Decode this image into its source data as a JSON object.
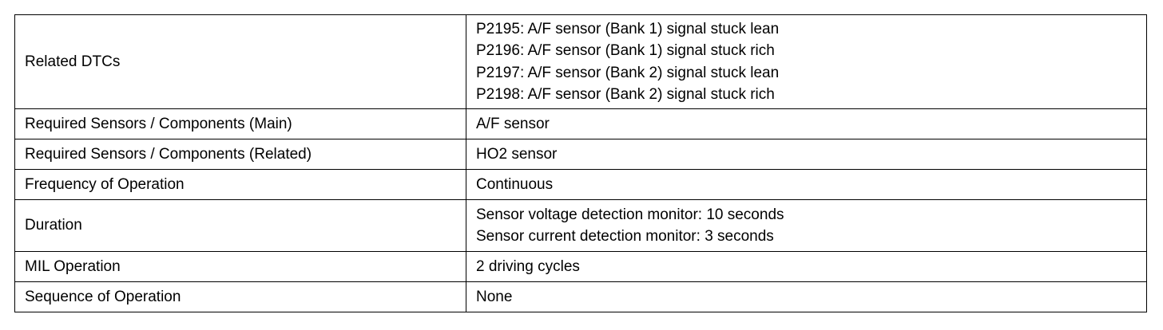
{
  "rows": [
    {
      "label": "Related DTCs",
      "values": [
        "P2195: A/F sensor (Bank 1) signal stuck lean",
        "P2196: A/F sensor (Bank 1) signal stuck rich",
        "P2197: A/F sensor (Bank 2) signal stuck lean",
        "P2198: A/F sensor (Bank 2) signal stuck rich"
      ]
    },
    {
      "label": "Required Sensors / Components (Main)",
      "values": [
        "A/F sensor"
      ]
    },
    {
      "label": "Required Sensors / Components (Related)",
      "values": [
        "HO2 sensor"
      ]
    },
    {
      "label": "Frequency of Operation",
      "values": [
        "Continuous"
      ]
    },
    {
      "label": "Duration",
      "values": [
        "Sensor voltage detection monitor: 10 seconds",
        "Sensor current detection monitor: 3 seconds"
      ]
    },
    {
      "label": "MIL Operation",
      "values": [
        "2 driving cycles"
      ]
    },
    {
      "label": "Sequence of Operation",
      "values": [
        "None"
      ]
    }
  ]
}
